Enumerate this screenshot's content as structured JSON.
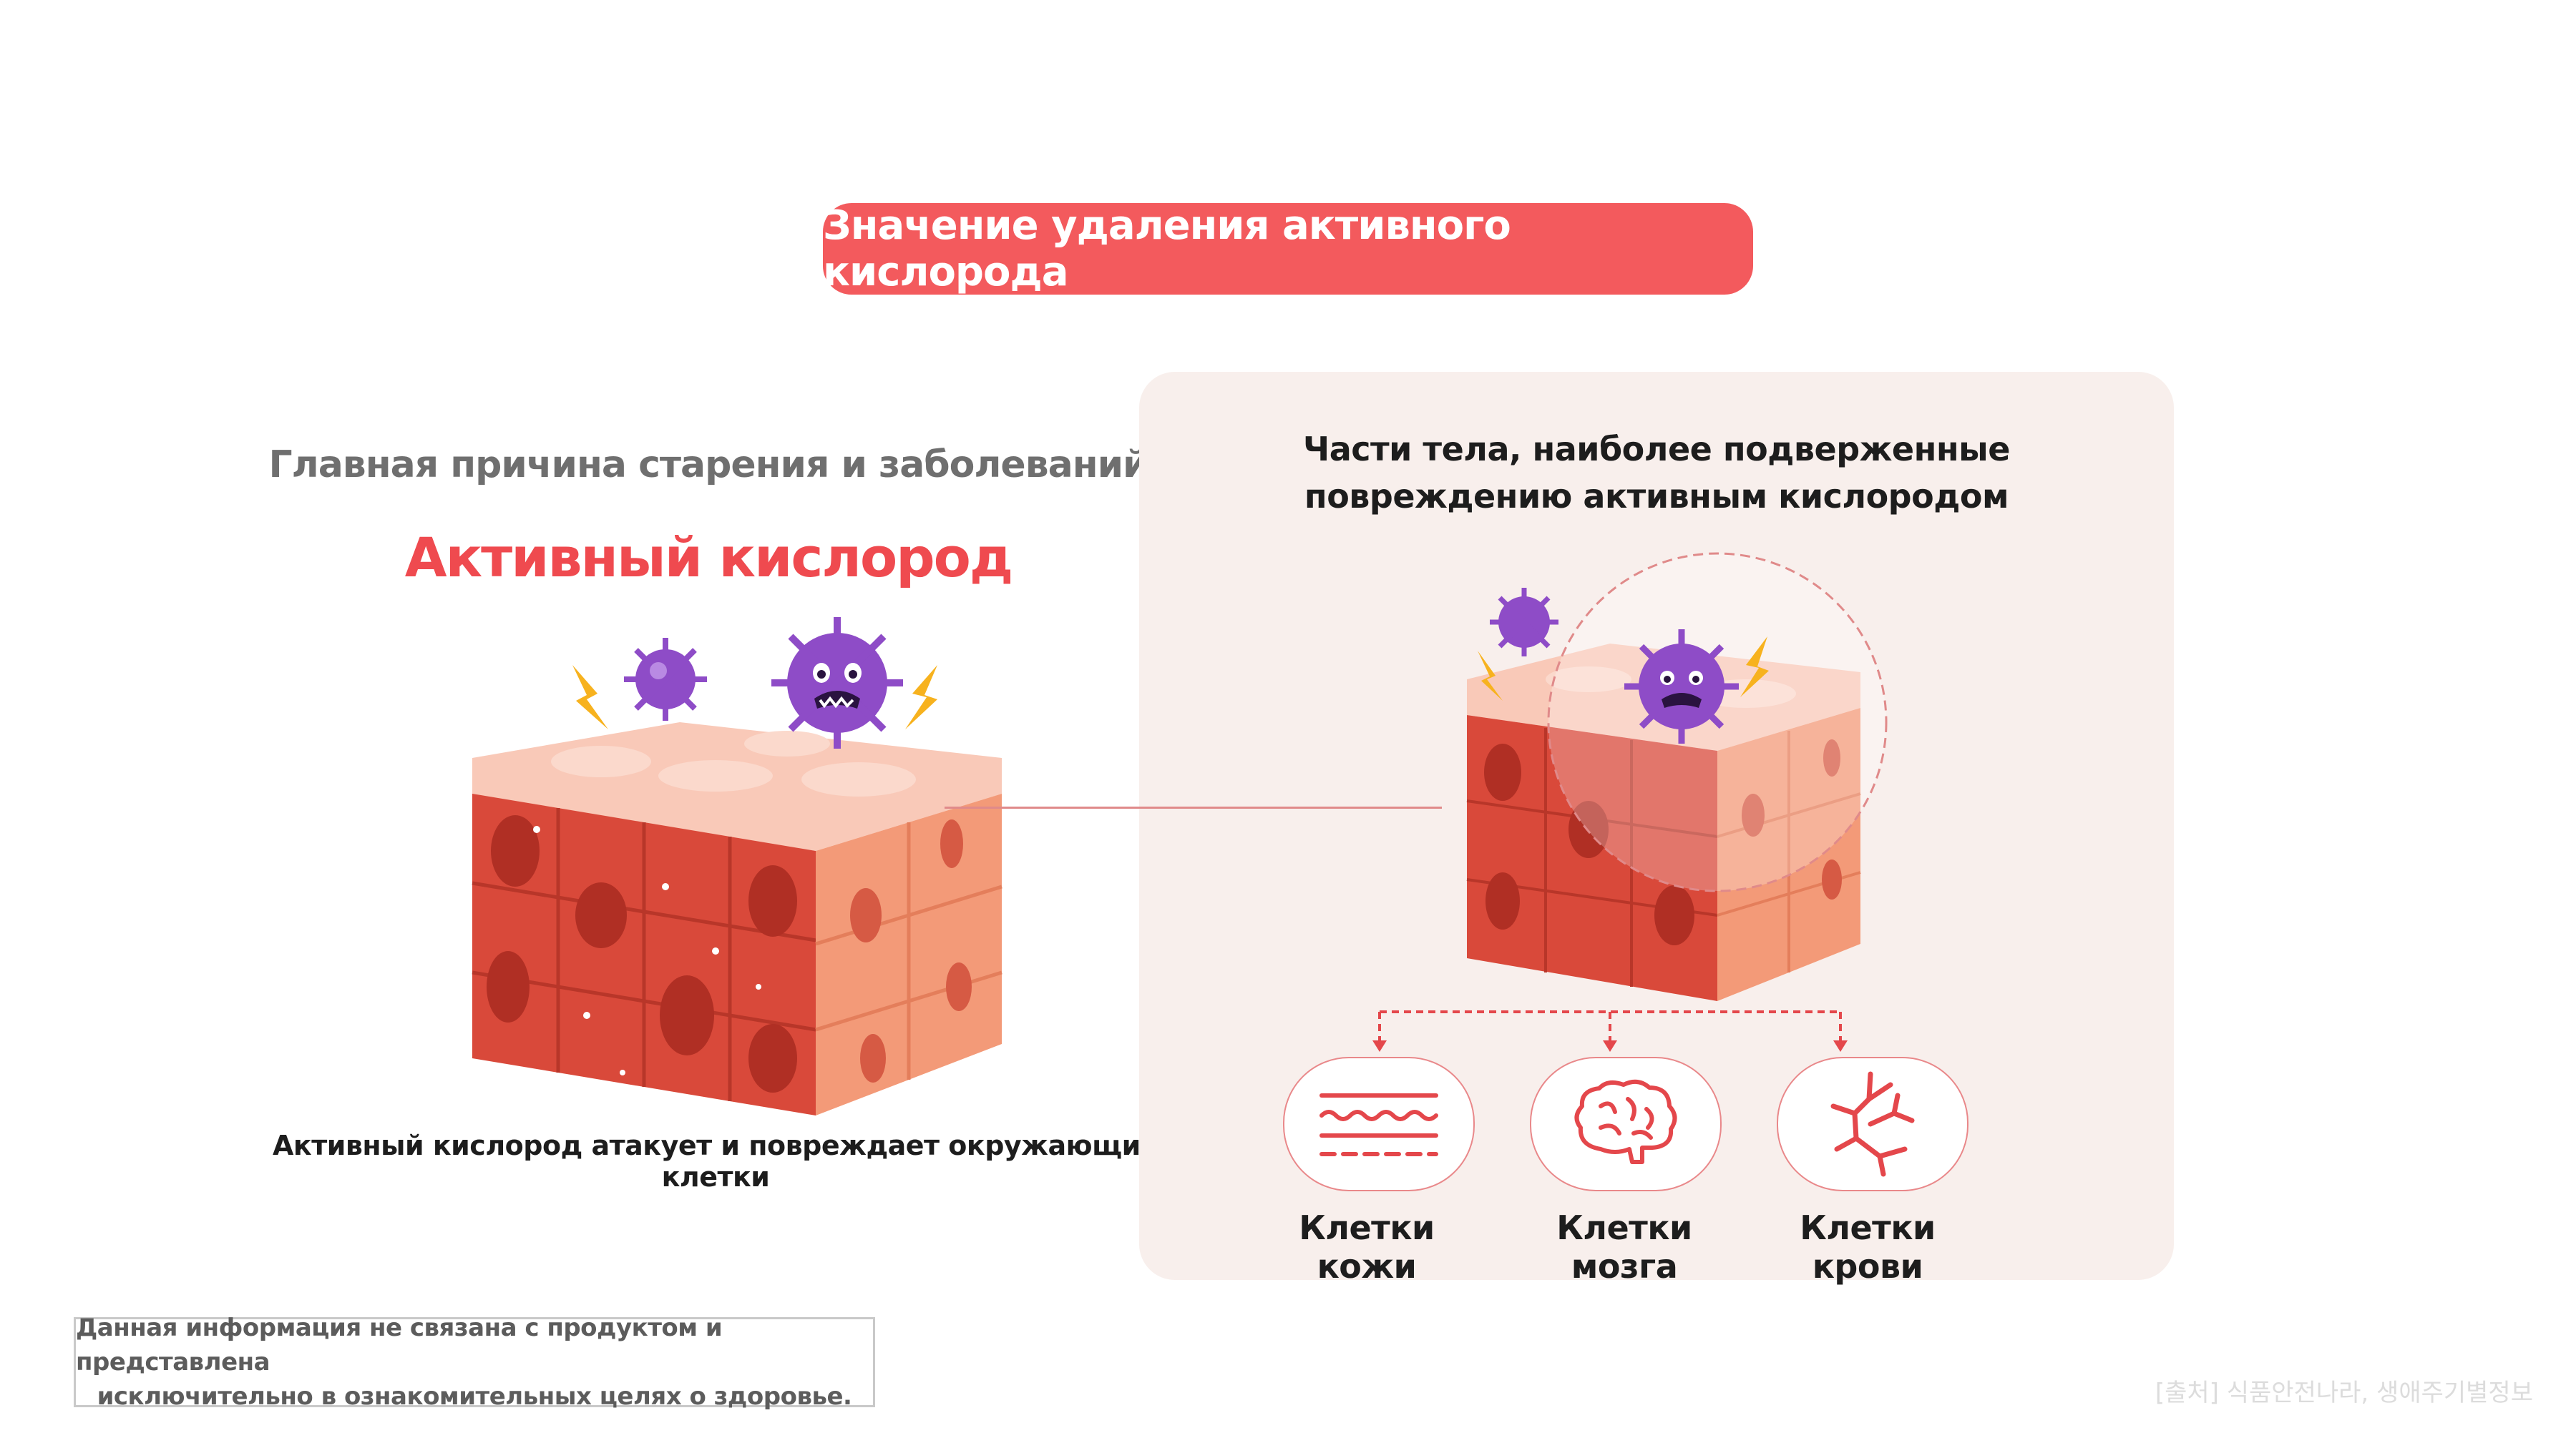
{
  "header": {
    "title": "Значение удаления активного кислорода"
  },
  "left": {
    "subtitle": "Главная причина старения и заболеваний",
    "headline": "Активный кислород",
    "caption": "Активный кислород атакует и повреждает окружающие клетки"
  },
  "panel": {
    "title_line1": "Части тела, наиболее подверженные",
    "title_line2": "повреждению активным кислородом",
    "categories": [
      {
        "label": "Клетки кожи",
        "icon": "skin-icon"
      },
      {
        "label": "Клетки мозга",
        "icon": "brain-icon"
      },
      {
        "label": "Клетки крови",
        "icon": "blood-vessel-icon"
      }
    ]
  },
  "disclaimer": {
    "line1": "Данная информация не связана с продуктом и представлена",
    "line2": "исключительно в ознакомительных целях о здоровье."
  },
  "source": "[출처] 식품안전나라, 생애주기별정보",
  "colors": {
    "accent": "#f35a5d",
    "headline": "#ef4a4f",
    "panel_bg": "#f8efec",
    "cell_red": "#d9493a",
    "cell_orange": "#f39a78",
    "cell_top": "#f9c9b8",
    "radical_purple": "#8e4cc7",
    "icon_red": "#e4474b"
  }
}
